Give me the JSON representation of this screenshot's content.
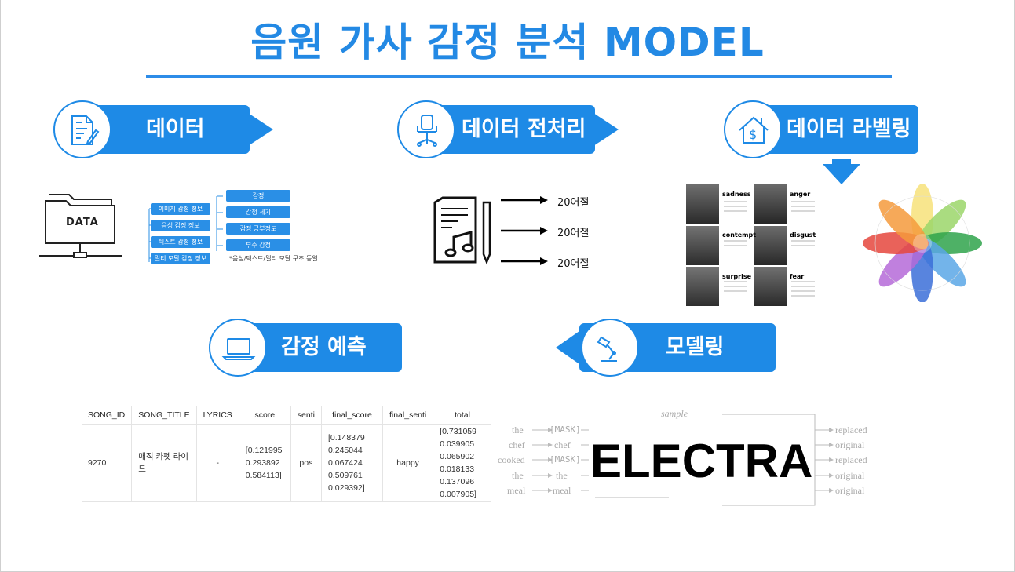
{
  "title": "음원 가사 감정 분석 MODEL",
  "steps": {
    "data": "데이터",
    "preprocess": "데이터 전처리",
    "labeling": "데이터 라벨링",
    "modeling": "모델링",
    "predict": "감정 예측"
  },
  "data_section": {
    "folder_label": "DATA",
    "left_tags": [
      "이미지 감정 정보",
      "음성 감정 정보",
      "텍스트 감정 정보",
      "멀티 모달 감정 정보"
    ],
    "right_tags": [
      "감정",
      "감정 세기",
      "감정 긍부정도",
      "부수 감정"
    ],
    "note": "*음성/텍스트/멀티 모달 구조 동일"
  },
  "preprocess_section": {
    "outputs": [
      "20어절",
      "20어절",
      "20어절"
    ]
  },
  "labeling_section": {
    "faces": [
      {
        "name": "sadness"
      },
      {
        "name": "anger"
      },
      {
        "name": "contempt"
      },
      {
        "name": "disgust"
      },
      {
        "name": "surprise"
      },
      {
        "name": "fear"
      }
    ]
  },
  "electra": {
    "sample_label": "sample",
    "inputs": [
      "the",
      "chef",
      "cooked",
      "the",
      "meal"
    ],
    "masked": [
      "[MASK]",
      "chef",
      "[MASK]",
      "the",
      "meal"
    ],
    "model_name": "ELECTRA",
    "outputs": [
      "replaced",
      "original",
      "replaced",
      "original",
      "original"
    ]
  },
  "result_table": {
    "headers": [
      "SONG_ID",
      "SONG_TITLE",
      "LYRICS",
      "score",
      "senti",
      "final_score",
      "final_senti",
      "total"
    ],
    "row": {
      "song_id": "9270",
      "song_title": "매직 카펫 라이드",
      "lyrics": "-",
      "score": "[0.121995 0.293892 0.584113]",
      "senti": "pos",
      "final_score": "[0.148379 0.245044 0.067424 0.509761 0.029392]",
      "final_senti": "happy",
      "total": "[0.731059 0.039905 0.065902 0.018133 0.137096 0.007905]"
    }
  },
  "colors": {
    "accent": "#1e8ae6",
    "title": "#2389e4"
  }
}
